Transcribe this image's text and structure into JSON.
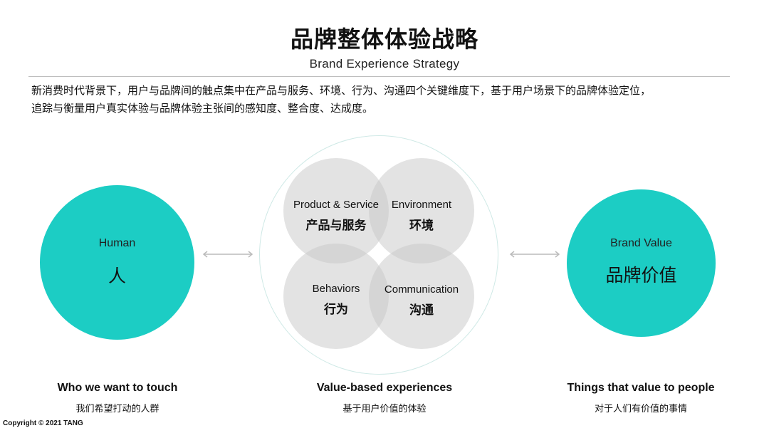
{
  "title": "品牌整体体验战略",
  "subtitle": "Brand Experience Strategy",
  "intro": {
    "line1": "新消费时代背景下，用户与品牌间的触点集中在产品与服务、环境、行为、沟通四个关键维度下，基于用户场景下的品牌体验定位，",
    "line2": "追踪与衡量用户真实体验与品牌体验主张间的感知度、整合度、达成度。"
  },
  "human": {
    "en": "Human",
    "zh": "人"
  },
  "brand_value": {
    "en": "Brand Value",
    "zh": "品牌价值"
  },
  "petals": [
    {
      "en": "Product & Service",
      "zh": "产品与服务"
    },
    {
      "en": "Environment",
      "zh": "环境"
    },
    {
      "en": "Behaviors",
      "zh": "行为"
    },
    {
      "en": "Communication",
      "zh": "沟通"
    }
  ],
  "footers": [
    {
      "en": "Who we want to touch",
      "zh": "我们希望打动的人群"
    },
    {
      "en": "Value-based experiences",
      "zh": "基于用户价值的体验"
    },
    {
      "en": "Things that value to people",
      "zh": "对于人们有价值的事情"
    }
  ],
  "copyright": "Copyright © 2021 TANG",
  "colors": {
    "teal": "#1ccdc4",
    "petal": "#c8c8c8",
    "arrow": "#bbbbbb"
  },
  "icons": {
    "connector": "double-arrow-icon"
  }
}
